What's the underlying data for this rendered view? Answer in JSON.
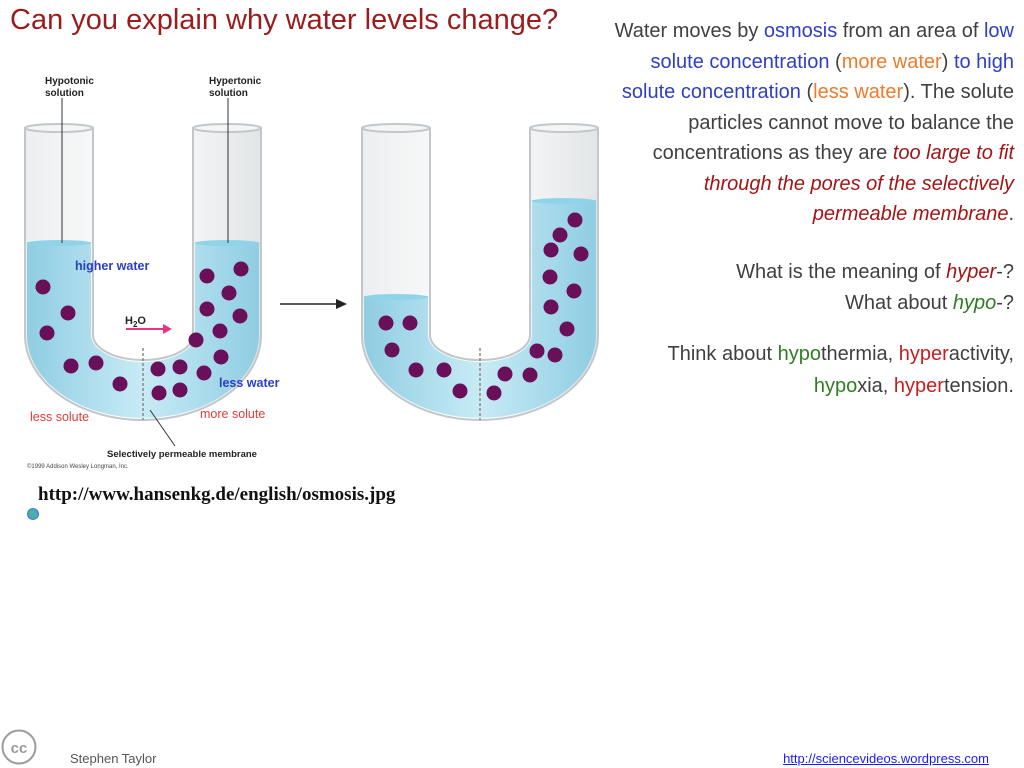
{
  "slide": {
    "title": "Can you explain why water levels change?"
  },
  "diagram": {
    "hypotonic_label": [
      "Hypotonic",
      "solution"
    ],
    "hypertonic_label": [
      "Hypertonic",
      "solution"
    ],
    "higher_water": "higher water",
    "less_water": "less water",
    "less_solute": "less solute",
    "more_solute": "more solute",
    "water_molecule": "H",
    "water_subscript": "2",
    "water_o": "O",
    "membrane_label": "Selectively permeable membrane",
    "copyright": "©1999 Addison Wesley Longman, Inc.",
    "source_url": "http://www.hansenkg.de/english/osmosis.jpg",
    "colors": {
      "water": "#a9dbec",
      "tube_wall": "#cfd3d6",
      "particle": "#6a0f5a",
      "arrow_h2o": "#e8337f"
    }
  },
  "explanation": {
    "p1": [
      {
        "text": "Water moves by ",
        "style": ""
      },
      {
        "text": "osmosis",
        "style": "blue"
      },
      {
        "text": " from an area of ",
        "style": ""
      },
      {
        "text": "low solute concentration",
        "style": "blue"
      },
      {
        "text": " (",
        "style": ""
      },
      {
        "text": "more water",
        "style": "orange"
      },
      {
        "text": ") ",
        "style": ""
      },
      {
        "text": "to high solute concentration",
        "style": "blue"
      },
      {
        "text": " (",
        "style": ""
      },
      {
        "text": "less water",
        "style": "orange"
      },
      {
        "text": "). The solute particles cannot move to balance the concentrations as they are ",
        "style": ""
      },
      {
        "text": "too large to fit through the pores of the selectively permeable membrane",
        "style": "redi"
      },
      {
        "text": ".",
        "style": ""
      }
    ],
    "q1": [
      {
        "text": "What is the meaning of ",
        "style": ""
      },
      {
        "text": "hyper",
        "style": "redi"
      },
      {
        "text": "-?",
        "style": ""
      }
    ],
    "q2": [
      {
        "text": "What about ",
        "style": ""
      },
      {
        "text": "hypo",
        "style": "greeni"
      },
      {
        "text": "-?",
        "style": ""
      }
    ],
    "think": [
      {
        "text": "Think about ",
        "style": ""
      },
      {
        "text": "hypo",
        "style": "green"
      },
      {
        "text": "thermia, ",
        "style": ""
      },
      {
        "text": "hyper",
        "style": "red"
      },
      {
        "text": "activity, ",
        "style": ""
      },
      {
        "text": "hypo",
        "style": "green"
      },
      {
        "text": "xia, ",
        "style": ""
      },
      {
        "text": "hyper",
        "style": "red"
      },
      {
        "text": "tension.",
        "style": ""
      }
    ]
  },
  "footer": {
    "cc_badge": "cc",
    "author": "Stephen Taylor",
    "link": "http://sciencevideos.wordpress.com"
  },
  "icons": {
    "cc": "creative-commons-icon",
    "globe": "globe-icon"
  }
}
